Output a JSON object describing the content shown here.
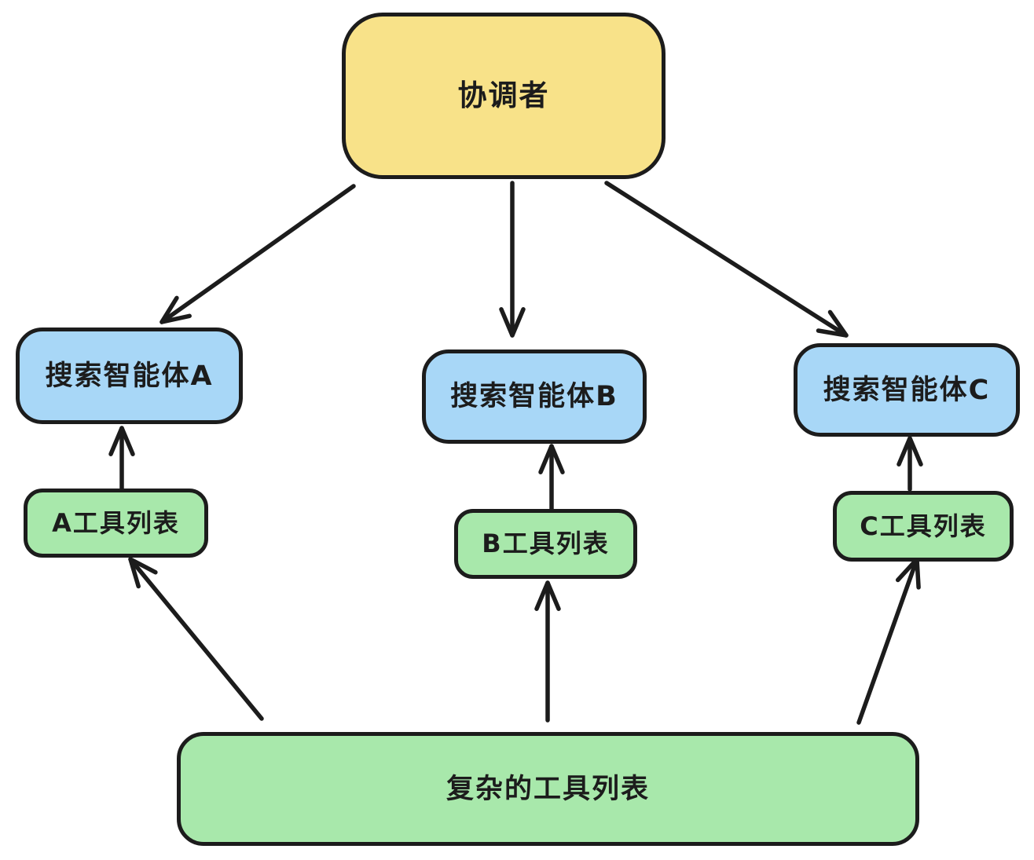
{
  "diagram": {
    "title": "multi-agent-tool-routing-diagram",
    "nodes": [
      {
        "id": "coordinator",
        "label": "协调者",
        "fill": "#f8e289",
        "role": "coordinator"
      },
      {
        "id": "agent-a",
        "label": "搜索智能体A",
        "fill": "#a8d7f7",
        "role": "agent"
      },
      {
        "id": "agent-b",
        "label": "搜索智能体B",
        "fill": "#a8d7f7",
        "role": "agent"
      },
      {
        "id": "agent-c",
        "label": "搜索智能体C",
        "fill": "#a8d7f7",
        "role": "agent"
      },
      {
        "id": "tools-a",
        "label": "A工具列表",
        "fill": "#a8e8ab",
        "role": "tool-list"
      },
      {
        "id": "tools-b",
        "label": "B工具列表",
        "fill": "#a8e8ab",
        "role": "tool-list"
      },
      {
        "id": "tools-c",
        "label": "C工具列表",
        "fill": "#a8e8ab",
        "role": "tool-list"
      },
      {
        "id": "complex",
        "label": "复杂的工具列表",
        "fill": "#a8e8ab",
        "role": "tool-list"
      }
    ],
    "edges": [
      {
        "from": "coordinator",
        "to": "agent-a"
      },
      {
        "from": "coordinator",
        "to": "agent-b"
      },
      {
        "from": "coordinator",
        "to": "agent-c"
      },
      {
        "from": "tools-a",
        "to": "agent-a"
      },
      {
        "from": "tools-b",
        "to": "agent-b"
      },
      {
        "from": "tools-c",
        "to": "agent-c"
      },
      {
        "from": "complex",
        "to": "tools-a"
      },
      {
        "from": "complex",
        "to": "tools-b"
      },
      {
        "from": "complex",
        "to": "tools-c"
      }
    ],
    "colors": {
      "background": "#ffffff",
      "stroke": "#1c1c1c",
      "coordinator_fill": "#f8e289",
      "agent_fill": "#a8d7f7",
      "tool_fill": "#a8e8ab"
    }
  }
}
